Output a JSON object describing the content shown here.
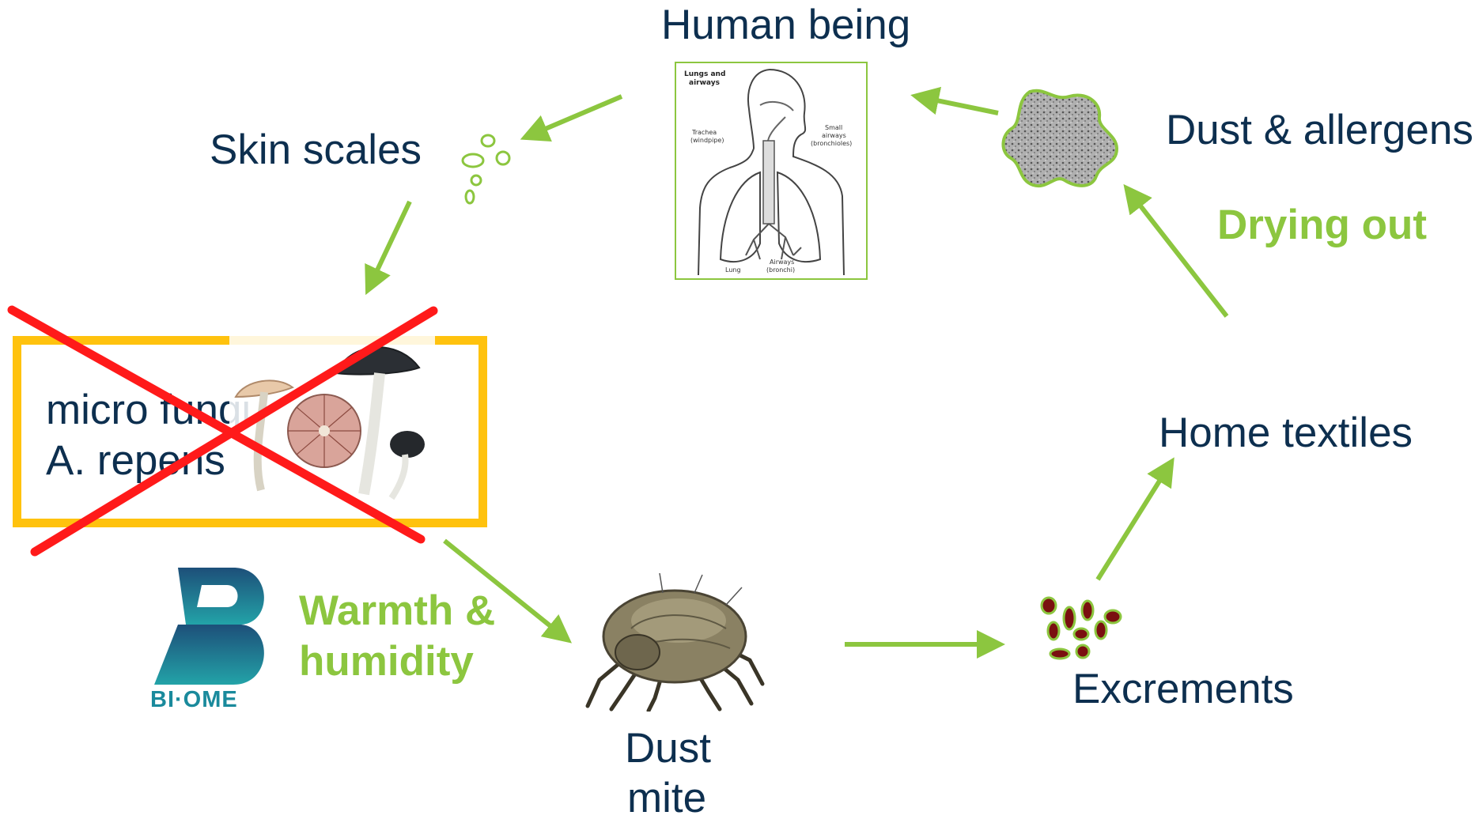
{
  "nodes": {
    "human": "Human being",
    "skin": "Skin scales",
    "dust_allergens": "Dust & allergens",
    "home_textiles": "Home textiles",
    "excrements": "Excrements",
    "dust_mite_line1": "Dust",
    "dust_mite_line2": "mite"
  },
  "conditions": {
    "drying": "Drying out",
    "warmth_line1": "Warmth &",
    "warmth_line2": "humidity"
  },
  "fungi_box": {
    "line1": "micro fungi",
    "line2": "A. repens"
  },
  "diagram_labels": {
    "lungs_airways_1": "Lungs and",
    "lungs_airways_2": "airways",
    "trachea_1": "Trachea",
    "trachea_2": "(windpipe)",
    "small_airways_1": "Small",
    "small_airways_2": "airways",
    "small_airways_3": "(bronchioles)",
    "lung": "Lung",
    "airways_1": "Airways",
    "airways_2": "(bronchi)"
  },
  "logo_text": "BI·OME",
  "colors": {
    "arrow": "#8cc63f",
    "text": "#0d2f4f",
    "box_border": "#ffc20e",
    "cross": "#ff1a1a",
    "excrement": "#7a1010",
    "logo": "#1a8a9c"
  }
}
